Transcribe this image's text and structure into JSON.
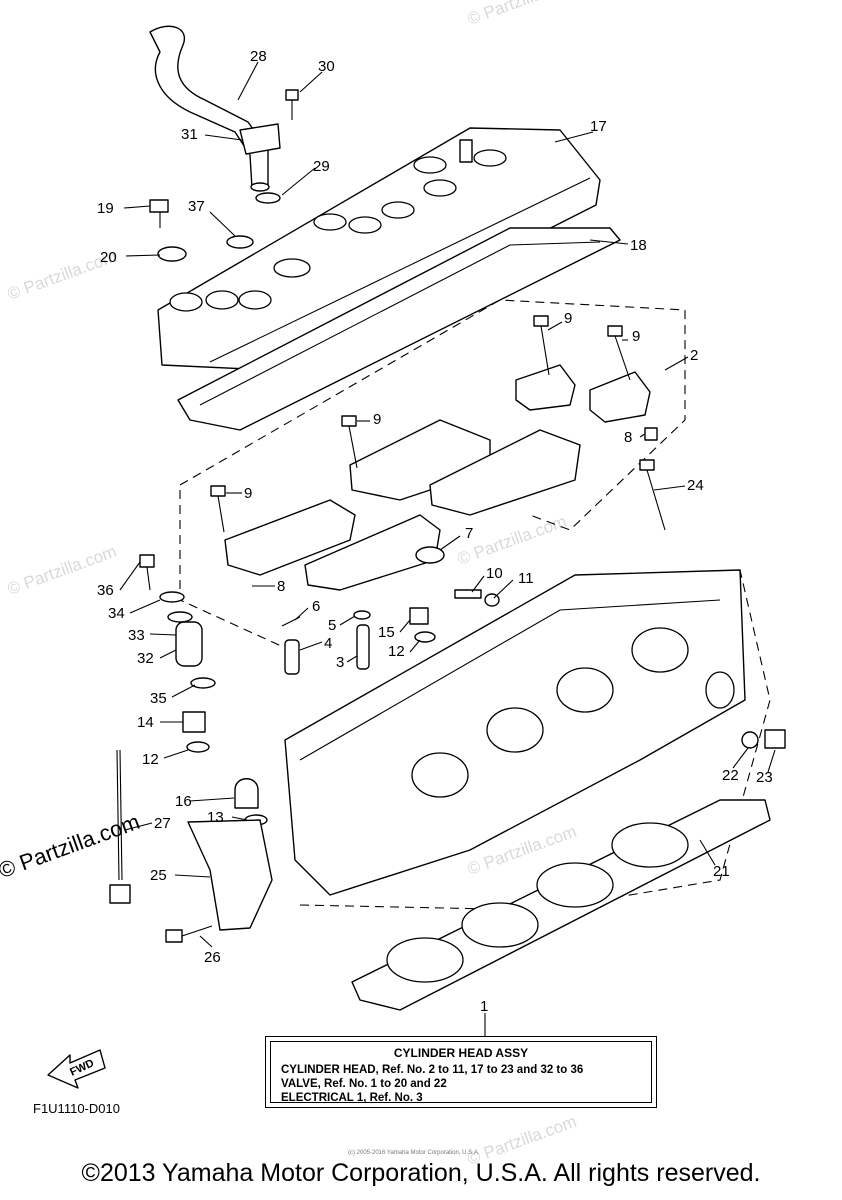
{
  "parts": {
    "callouts": [
      "28",
      "30",
      "31",
      "17",
      "29",
      "19",
      "37",
      "18",
      "20",
      "9",
      "9",
      "2",
      "9",
      "8",
      "9",
      "24",
      "7",
      "36",
      "8",
      "10",
      "11",
      "34",
      "6",
      "5",
      "15",
      "33",
      "4",
      "12",
      "3",
      "32",
      "35",
      "14",
      "12",
      "16",
      "13",
      "27",
      "25",
      "26",
      "21",
      "22",
      "23",
      "1"
    ]
  },
  "assy_box": {
    "title": "CYLINDER HEAD ASSY",
    "line1": "CYLINDER HEAD,  Ref. No. 2 to 11, 17 to 23 and 32 to 36",
    "line2": "VALVE, Ref. No. 1 to 20 and 22",
    "line3": "ELECTRICAL 1,  Ref. No. 3"
  },
  "fwd_label": "FWD",
  "diagram_code": "F1U1110-D010",
  "copyright": "©2013 Yamaha Motor Corporation, U.S.A. All rights reserved.",
  "small_notice": "(c) 2005-2016 Yamaha Motor Corporation, U.S.A.",
  "watermark": "© Partzilla.com",
  "partzilla_side": "© Partzilla.com",
  "colors": {
    "line": "#000000",
    "watermark": "#d9d9d9",
    "background": "#ffffff"
  }
}
